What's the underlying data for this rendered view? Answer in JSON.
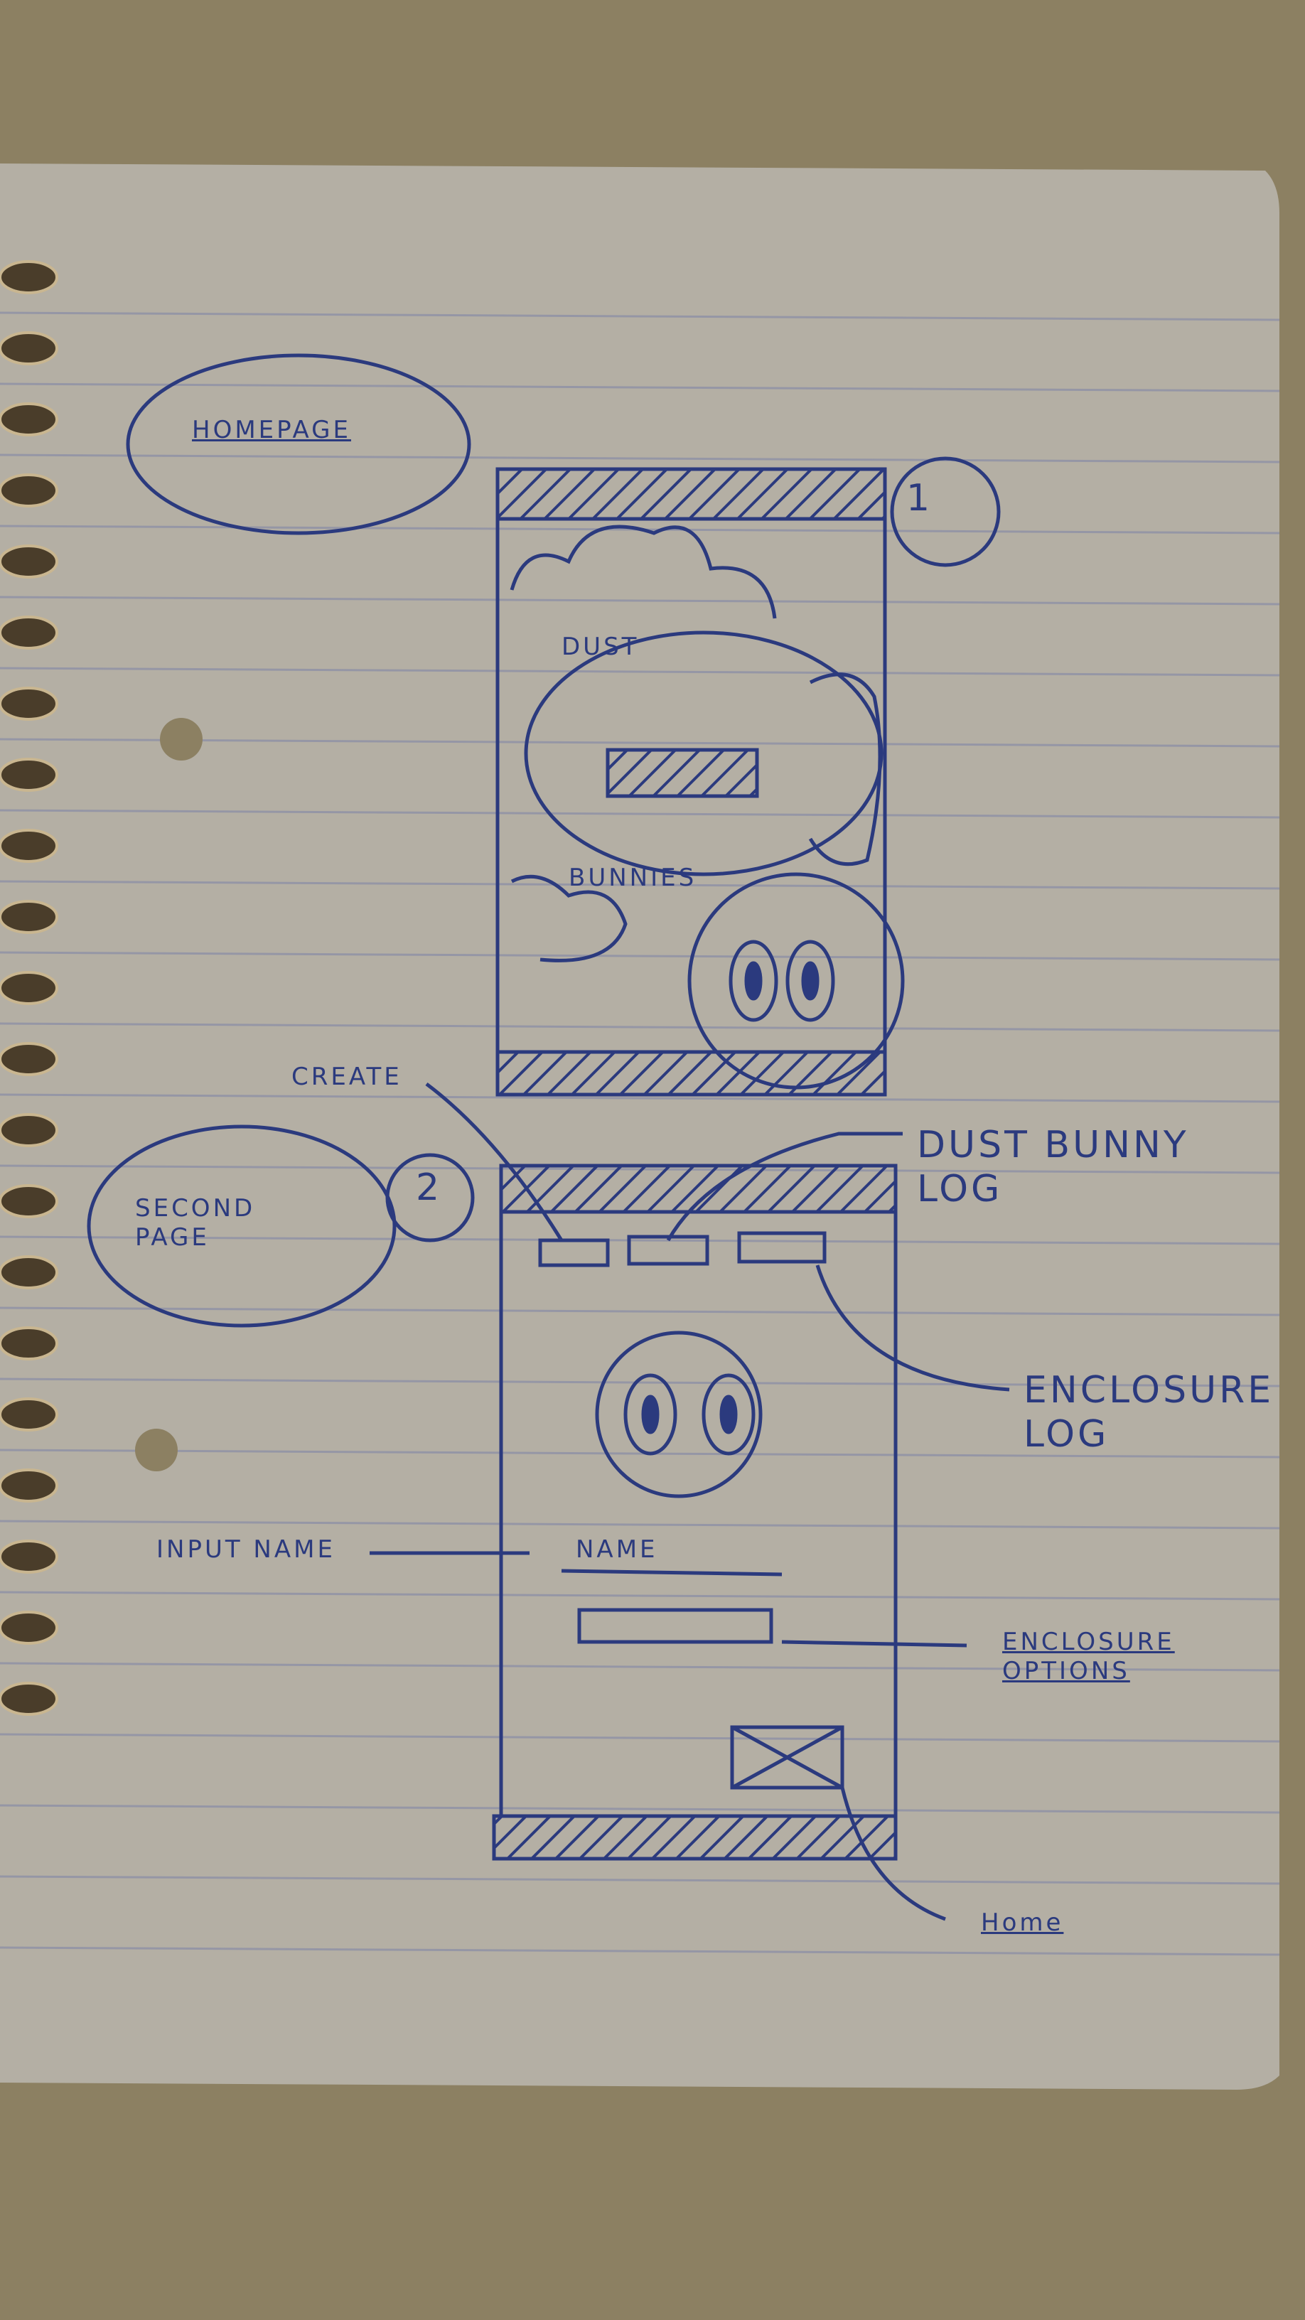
{
  "sketch": {
    "page1_number": "1",
    "page1_title": "HOMEPAGE",
    "page1_center_text_top": "Dust",
    "page1_center_text_bottom": "Bunnies",
    "page2_number": "2",
    "page2_title": "SECOND PAGE",
    "create_label": "CREATE",
    "dust_bunny_log": "Dust Bunny Log",
    "enclosure_log": "Enclosure Log",
    "input_name": "INPUT NAME",
    "name_field": "NAME",
    "enclosure_options": "ENCLOSURE OPTIONS",
    "home_label": "Home"
  },
  "colors": {
    "background": "#8c8062",
    "paper": "#b6b0a5",
    "ink": "#2b3a7e",
    "rule_line": "#8e91a6"
  }
}
